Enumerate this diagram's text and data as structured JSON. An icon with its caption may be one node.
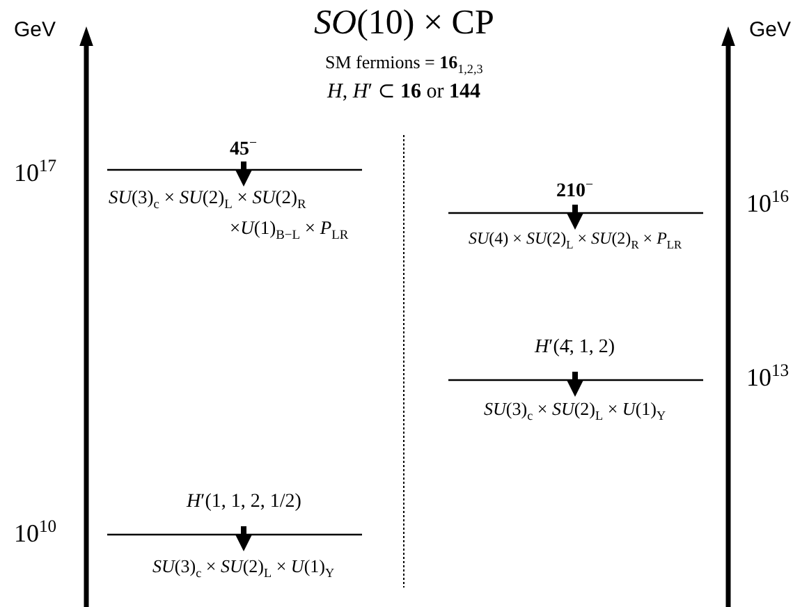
{
  "diagram": {
    "title": "*SO*(10) × CP",
    "labels": [
      "GeV",
      "GeV",
      "SM fermions = **16**$_{1,2,3}$",
      "*H*, *H*′ ⊂ **16** or **144**",
      "10$^{17}$",
      "**45**$^{−}$",
      "*SU*(3)$_{c}$ × *SU*(2)$_{L}$ × *SU*(2)$_{R}$",
      "×*U*(1)$_{B−L}$ × *P*$_{LR}$",
      "**210**$^{−}$",
      "10$^{16}$",
      "*SU*(4) × *SU*(2)$_{L}$ × *SU*(2)$_{R}$ × *P*$_{LR}$",
      "*H*′(4̄, 1, 2)",
      "10$^{13}$",
      "*SU*(3)$_{c}$ × *SU*(2)$_{L}$ × *U*(1)$_{Y}$",
      "*H*′(1, 1, 2, 1/2)",
      "10$^{10}$",
      "*SU*(3)$_{c}$ × *SU*(2)$_{L}$ × *U*(1)$_{Y}$"
    ]
  }
}
